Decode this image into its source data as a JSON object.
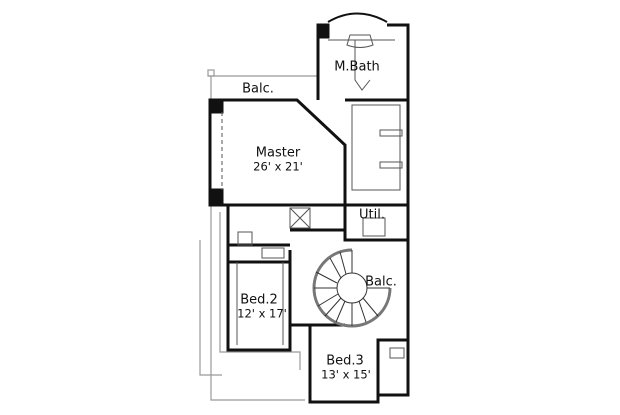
{
  "rooms": {
    "master_bath": {
      "name": "M.Bath"
    },
    "balcony_upper": {
      "name": "Balc."
    },
    "master": {
      "name": "Master",
      "size": "26' x 21'"
    },
    "utility": {
      "name": "Util."
    },
    "balcony_lower": {
      "name": "Balc."
    },
    "bed2": {
      "name": "Bed.2",
      "size": "12' x 17'"
    },
    "bed3": {
      "name": "Bed.3",
      "size": "13' x 15'"
    }
  },
  "colors": {
    "wall": "#111111",
    "fixture": "#555555",
    "porch": "#999999"
  }
}
